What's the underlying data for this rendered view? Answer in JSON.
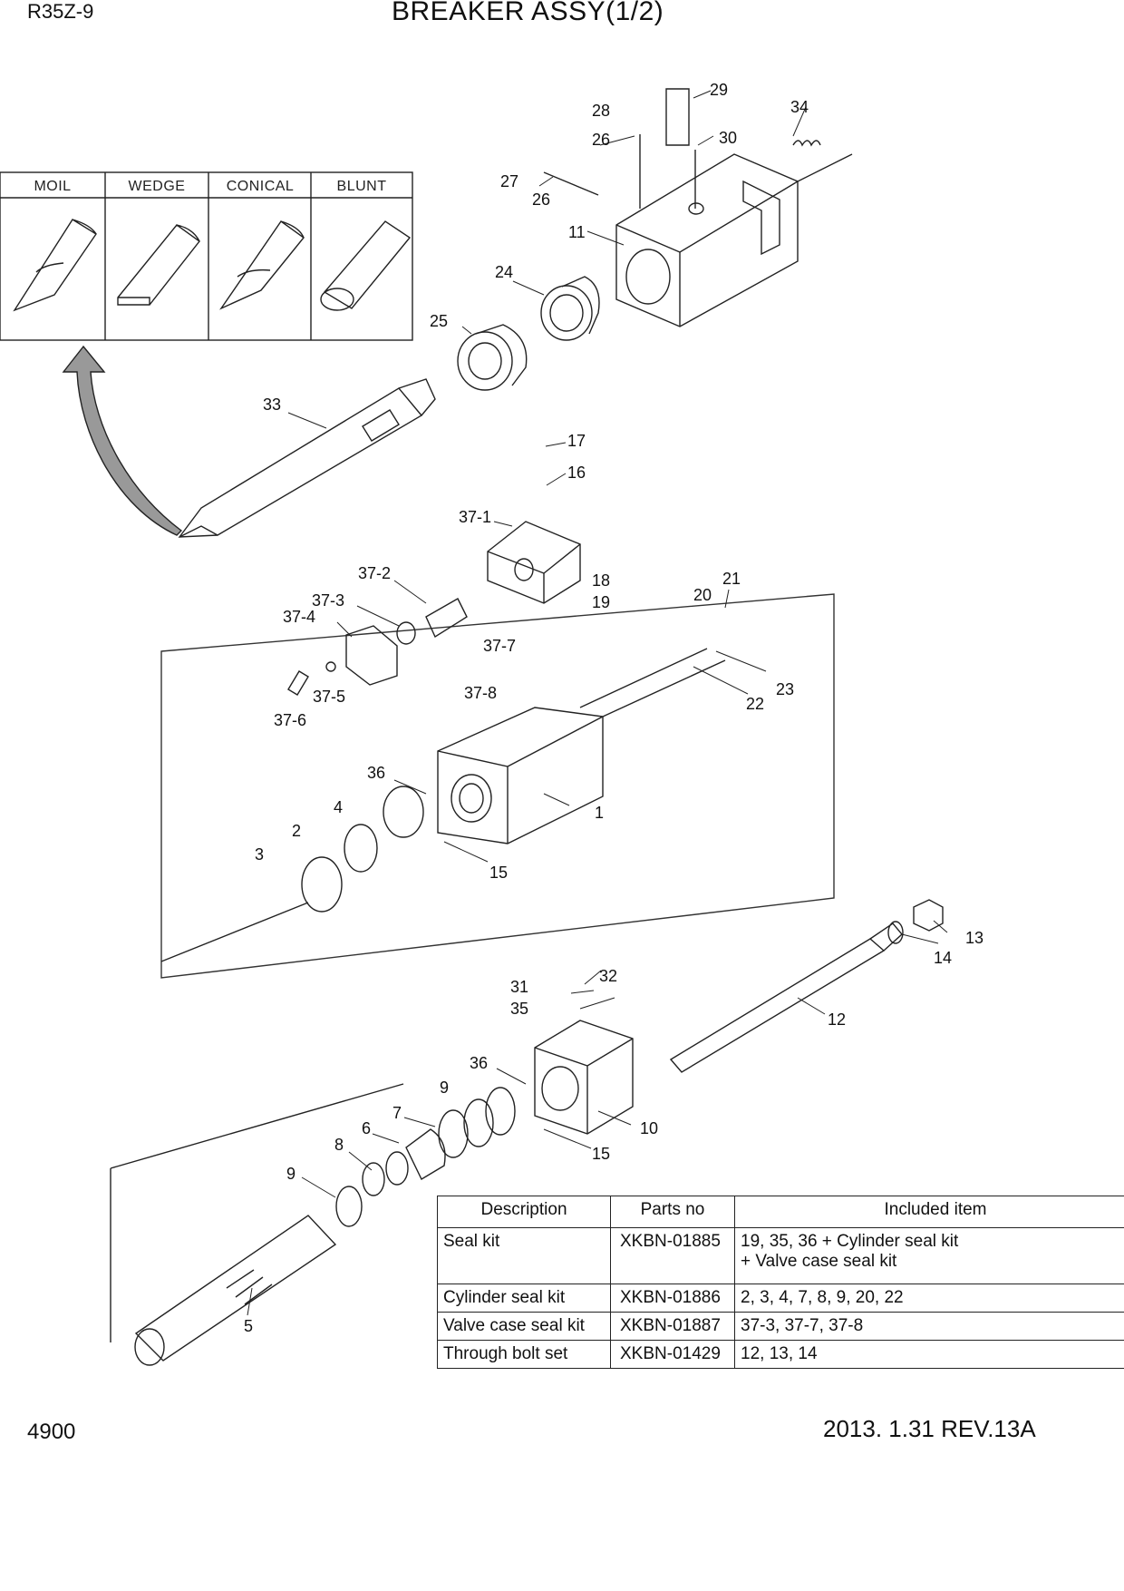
{
  "header": {
    "model": "R35Z-9",
    "title": "BREAKER ASSY(1/2)"
  },
  "footer": {
    "page_number": "4900",
    "revision": "2013. 1.31  REV.13A"
  },
  "tool_tips": {
    "headers": [
      "MOIL",
      "WEDGE",
      "CONICAL",
      "BLUNT"
    ]
  },
  "callouts": [
    "1",
    "2",
    "3",
    "4",
    "5",
    "6",
    "7",
    "8",
    "9",
    "10",
    "11",
    "12",
    "13",
    "14",
    "15",
    "16",
    "17",
    "18",
    "19",
    "20",
    "21",
    "22",
    "23",
    "24",
    "25",
    "26",
    "27",
    "28",
    "29",
    "30",
    "31",
    "32",
    "33",
    "34",
    "35",
    "36",
    "37-1",
    "37-2",
    "37-3",
    "37-4",
    "37-5",
    "37-6",
    "37-7",
    "37-8"
  ],
  "kit_table": {
    "columns": [
      "Description",
      "Parts no",
      "Included item"
    ],
    "rows": [
      {
        "description": "Seal kit",
        "parts_no": "XKBN-01885",
        "included": "19, 35, 36 + Cylinder seal kit\n+ Valve case seal kit"
      },
      {
        "description": "Cylinder seal kit",
        "parts_no": "XKBN-01886",
        "included": "2, 3, 4, 7, 8, 9, 20, 22"
      },
      {
        "description": "Valve case seal kit",
        "parts_no": "XKBN-01887",
        "included": "37-3, 37-7, 37-8"
      },
      {
        "description": "Through bolt set",
        "parts_no": "XKBN-01429",
        "included": "12, 13, 14"
      }
    ]
  }
}
